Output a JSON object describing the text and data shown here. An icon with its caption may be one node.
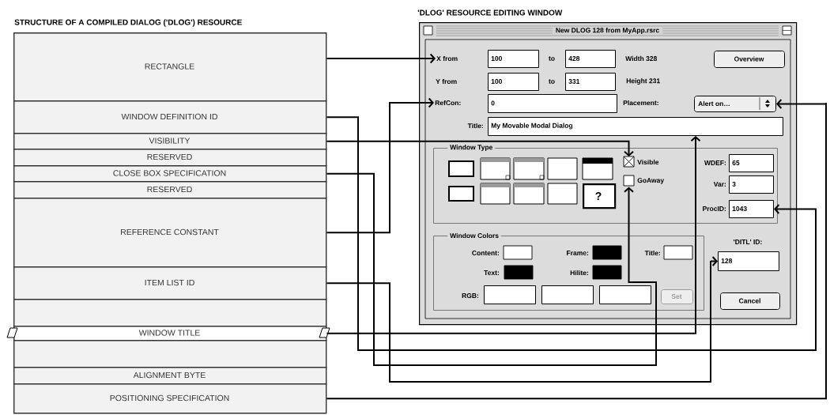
{
  "diagram": {
    "nodes": [
      {
        "text": [
          "RECTANGLE"
        ]
      },
      {
        "text": [
          "WINDOW DEFINITION ID"
        ]
      },
      {
        "text": [
          "VISIBILITY"
        ]
      },
      {
        "text": [
          "RESERVED"
        ]
      },
      {
        "text": [
          "CLOSE BOX SPECIFICATION"
        ]
      },
      {
        "text": [
          "RESERVED"
        ]
      },
      {
        "text": [
          "REFERENCE CONSTANT"
        ]
      },
      {
        "text": [
          "ITEM LIST ID"
        ]
      },
      {
        "text": [],
        "shape": "box"
      },
      {
        "text": [
          "WINDOW TITLE"
        ]
      },
      {
        "text": [],
        "shape": "box"
      },
      {
        "text": [
          "ALIGNMENT BYTE"
        ]
      },
      {
        "text": [
          "POSITIONING SPECIFICATION"
        ]
      },
      {
        "text": [
          "New DLOG 128 from MyApp.rsrc"
        ]
      },
      {
        "text": [
          "X from"
        ],
        "in": 13
      },
      {
        "text": [
          "100"
        ],
        "in": 13
      },
      {
        "text": [
          "428"
        ],
        "in": 13
      },
      {
        "text": [
          "100"
        ],
        "in": 13
      },
      {
        "text": [
          "331"
        ],
        "in": 13
      },
      {
        "text": [
          "Overview"
        ],
        "in": 13
      },
      {
        "text": [
          "RefCon:"
        ],
        "in": 13
      },
      {
        "text": [
          "0"
        ],
        "in": 13
      },
      {
        "text": [
          "Alert on…"
        ],
        "in": 13
      },
      {
        "text": [
          "My Movable Modal Dialog"
        ],
        "in": 13
      },
      {
        "text": [
          "Window Type"
        ],
        "in": 13
      },
      {
        "text": [
          "Visible"
        ],
        "in": 24
      },
      {
        "text": [
          "GoAway"
        ],
        "in": 24
      },
      {
        "text": [
          "65"
        ],
        "in": 24
      },
      {
        "text": [
          "3"
        ],
        "in": 24
      },
      {
        "text": [
          "1043"
        ],
        "in": 24
      },
      {
        "text": [
          "?"
        ],
        "in": 24
      },
      {
        "text": [
          "Window Colors"
        ],
        "in": 13
      },
      {
        "text": [
          "Set"
        ],
        "in": 31
      },
      {
        "text": [
          "128"
        ],
        "in": 13
      },
      {
        "text": [
          "Cancel"
        ],
        "in": 13
      },
      {
        "text": [],
        "shape": "box",
        "in": 31
      },
      {
        "text": [],
        "shape": "box",
        "in": 31
      },
      {
        "text": [],
        "shape": "box",
        "in": 31
      }
    ],
    "edges": [
      {
        "from": 0,
        "to": 14,
        "arrow": "to"
      },
      {
        "from": 1,
        "to": 29,
        "arrow": "to"
      },
      {
        "from": 2,
        "to": 25,
        "arrow": "to"
      },
      {
        "from": 4,
        "to": 26,
        "arrow": "to"
      },
      {
        "from": 6,
        "to": 20,
        "arrow": "to"
      },
      {
        "from": 7,
        "to": 33,
        "arrow": "to"
      },
      {
        "from": 9,
        "to": 23,
        "arrow": "to"
      },
      {
        "from": 12,
        "to": 22,
        "arrow": "to"
      }
    ],
    "labels": [
      "STRUCTURE OF A COMPILED DIALOG ('DLOG') RESOURCE",
      "'DLOG' RESOURCE EDITING WINDOW",
      "to",
      "Width 328",
      "Y from",
      "to",
      "Height 231",
      "Placement:",
      "Title:",
      "WDEF:",
      "Var:",
      "ProcID:",
      "Content:",
      "Frame:",
      "Title:",
      "Text:",
      "Hilite:",
      "'DITL' ID:",
      "RGB:"
    ]
  }
}
